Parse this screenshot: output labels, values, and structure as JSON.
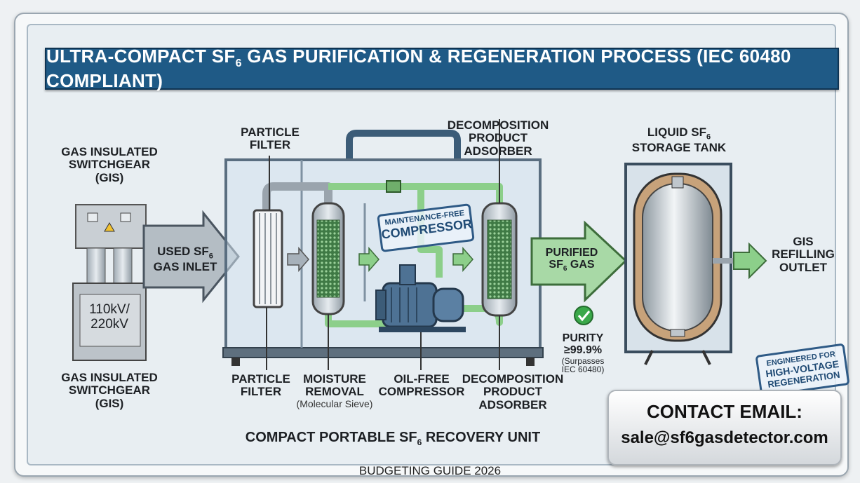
{
  "title": {
    "pre": "ULTRA-COMPACT SF",
    "sub": "6",
    "post": " GAS PURIFICATION & REGENERATION PROCESS (IEC 60480 COMPLIANT)"
  },
  "gis_top": [
    "GAS INSULATED",
    "SWITCHGEAR",
    "(GIS)"
  ],
  "gis_bottom": [
    "GAS INSULATED",
    "SWITCHGEAR",
    "(GIS)"
  ],
  "gis_voltage": [
    "110kV/",
    "220kV"
  ],
  "inlet": {
    "l1_pre": "USED SF",
    "l1_sub": "6",
    "l2": "GAS INLET"
  },
  "top_particle": [
    "PARTICLE",
    "FILTER"
  ],
  "top_decomp": [
    "DECOMPOSITION",
    "PRODUCT",
    "ADSORBER"
  ],
  "compressor_stamp": [
    "MAINTENANCE-FREE",
    "COMPRESSOR"
  ],
  "tank_label": {
    "l1_pre": "LIQUID SF",
    "l1_sub": "6",
    "l2": "STORAGE TANK"
  },
  "purified": {
    "l1": "PURIFIED",
    "l2_pre": "SF",
    "l2_sub": "6",
    "l2_post": " GAS"
  },
  "purity": {
    "l1": "PURITY",
    "l2": "≥99.9%",
    "l3": "(Surpasses",
    "l4": "IEC 60480)"
  },
  "outlet": [
    "GIS",
    "REFILLING",
    "OUTLET"
  ],
  "bottom_labels": {
    "particle": [
      "PARTICLE",
      "FILTER"
    ],
    "moisture": [
      "MOISTURE",
      "REMOVAL"
    ],
    "moisture_note": "(Molecular Sieve)",
    "compressor": [
      "OIL-FREE",
      "COMPRESSOR"
    ],
    "decomp": [
      "DECOMPOSITION",
      "PRODUCT",
      "ADSORBER"
    ]
  },
  "unit_label": {
    "pre": "COMPACT PORTABLE SF",
    "sub": "6",
    "post": " RECOVERY UNIT"
  },
  "engineered_stamp": [
    "ENGINEERED FOR",
    "HIGH-VOLTAGE",
    "REGENERATION"
  ],
  "contact": {
    "title": "CONTACT EMAIL:",
    "email": "sale@sf6gasdetector.com"
  },
  "footer": "BUDGETING GUIDE 2026",
  "colors": {
    "title_bg": "#1f5a86",
    "pipe_green": "#8ccf8a",
    "pipe_gray": "#9aa4ad",
    "accent_check": "#3aa84a"
  }
}
